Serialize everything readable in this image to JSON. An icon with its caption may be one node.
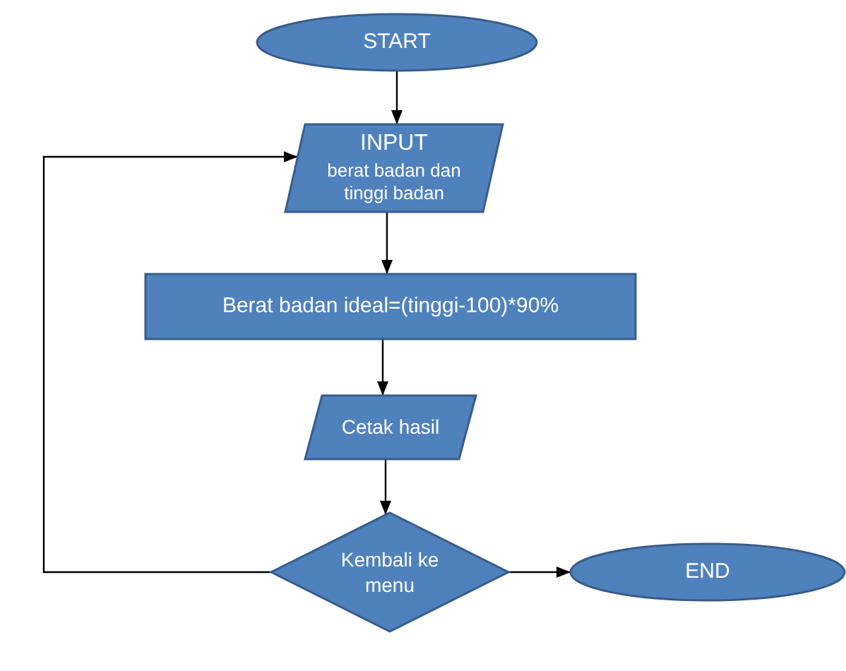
{
  "diagram": {
    "nodes": [
      {
        "text": [
          "START"
        ]
      },
      {
        "text": [
          "INPUT",
          "berat badan dan tinggi badan"
        ]
      },
      {
        "text": [
          "Berat badan ideal=(tinggi-100)*90%"
        ]
      },
      {
        "text": [
          "Cetak hasil"
        ]
      },
      {
        "text": [
          "Kembali ke menu"
        ]
      },
      {
        "text": [
          "END"
        ]
      }
    ],
    "edges": [
      {
        "from": 0,
        "to": 1,
        "arrow": "to"
      },
      {
        "from": 1,
        "to": 2,
        "arrow": "to"
      },
      {
        "from": 2,
        "to": 3,
        "arrow": "to"
      },
      {
        "from": 3,
        "to": 4,
        "arrow": "to"
      },
      {
        "from": 4,
        "to": 5,
        "arrow": "to"
      },
      {
        "from": 4,
        "to": 1,
        "arrow": "to"
      }
    ]
  }
}
